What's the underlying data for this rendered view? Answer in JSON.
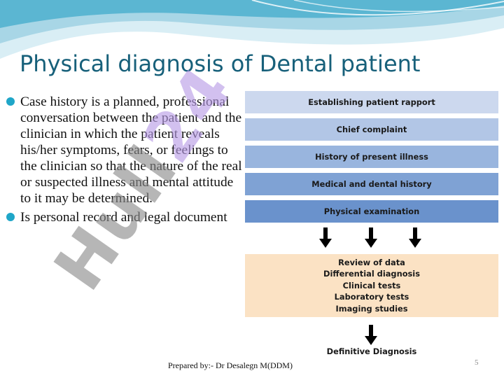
{
  "slide": {
    "title": "Physical diagnosis of Dental patient",
    "bullets": [
      "Case history is a planned, professional conversation between the patient and the clinician in which the patient reveals his/her symptoms, fears, or feelings to the clinician so that the nature of the real or suspected illness and mental attitude to it may be determined.",
      "Is personal record and legal document"
    ],
    "footer": "Prepared by:- Dr Desalegn M(DDM)",
    "page_number": "5",
    "watermark": {
      "part_a": "Hull",
      "part_b": "24"
    },
    "colors": {
      "title": "#17607a",
      "bullet_dot": "#1fa6c8",
      "review_box": "#fbe2c4"
    }
  },
  "flowchart": {
    "steps": [
      {
        "label": "Establishing patient rapport",
        "color": "#ccd8ee"
      },
      {
        "label": "Chief complaint",
        "color": "#b2c6e6"
      },
      {
        "label": "History of present illness",
        "color": "#99b5de"
      },
      {
        "label": "Medical and dental history",
        "color": "#7fa2d4"
      },
      {
        "label": "Physical examination",
        "color": "#6a92cc"
      }
    ],
    "review_items": [
      "Review of data",
      "Differential diagnosis",
      "Clinical tests",
      "Laboratory tests",
      "Imaging studies"
    ],
    "final": "Definitive Diagnosis"
  }
}
